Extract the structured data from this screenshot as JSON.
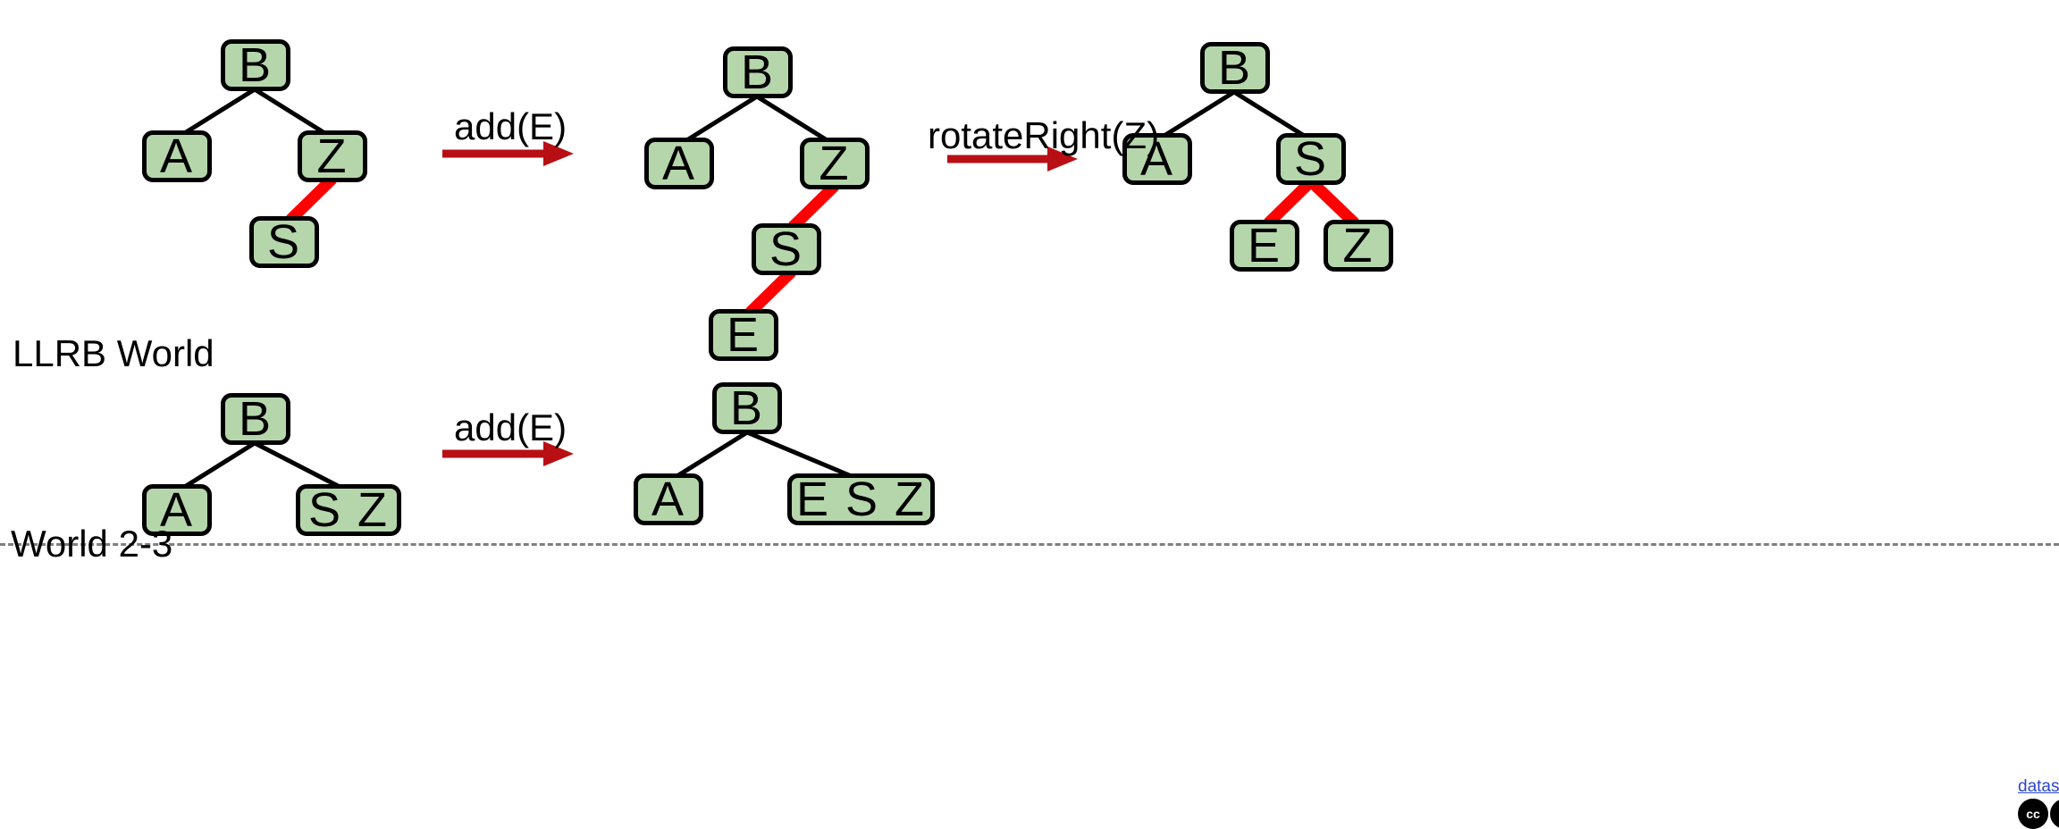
{
  "diagram": {
    "title_hidden": "",
    "colors": {
      "node_fill": "#b5d6ab",
      "node_border": "#000000",
      "black_link": "#000000",
      "red_link": "#ff0000",
      "arrow": "#b80f14",
      "divider": "#808080",
      "text": "#000000"
    },
    "sections": [
      {
        "id": "llrb",
        "label": "LLRB World"
      },
      {
        "id": "two_three",
        "label": "World 2-3"
      }
    ],
    "operations": [
      {
        "id": "op-add-e-top",
        "label": "add(E)"
      },
      {
        "id": "op-rotate-right-z",
        "label": "rotateRight(Z)"
      },
      {
        "id": "op-add-e-bottom",
        "label": "add(E)"
      }
    ],
    "trees": {
      "llrb_before": {
        "name": "llrb-tree-before",
        "nodes": [
          {
            "id": "b",
            "label": "B"
          },
          {
            "id": "a",
            "label": "A"
          },
          {
            "id": "z",
            "label": "Z"
          },
          {
            "id": "s",
            "label": "S"
          }
        ],
        "edges": [
          {
            "from": "b",
            "to": "a",
            "color": "black"
          },
          {
            "from": "b",
            "to": "z",
            "color": "black"
          },
          {
            "from": "z",
            "to": "s",
            "color": "red"
          }
        ]
      },
      "llrb_after_add": {
        "name": "llrb-tree-after-add",
        "nodes": [
          {
            "id": "b",
            "label": "B"
          },
          {
            "id": "a",
            "label": "A"
          },
          {
            "id": "z",
            "label": "Z"
          },
          {
            "id": "s",
            "label": "S"
          },
          {
            "id": "e",
            "label": "E"
          }
        ],
        "edges": [
          {
            "from": "b",
            "to": "a",
            "color": "black"
          },
          {
            "from": "b",
            "to": "z",
            "color": "black"
          },
          {
            "from": "z",
            "to": "s",
            "color": "red"
          },
          {
            "from": "s",
            "to": "e",
            "color": "red"
          }
        ]
      },
      "llrb_after_rotate": {
        "name": "llrb-tree-after-rotate",
        "nodes": [
          {
            "id": "b",
            "label": "B"
          },
          {
            "id": "a",
            "label": "A"
          },
          {
            "id": "s",
            "label": "S"
          },
          {
            "id": "e",
            "label": "E"
          },
          {
            "id": "z",
            "label": "Z"
          }
        ],
        "edges": [
          {
            "from": "b",
            "to": "a",
            "color": "black"
          },
          {
            "from": "b",
            "to": "s",
            "color": "black"
          },
          {
            "from": "s",
            "to": "e",
            "color": "red"
          },
          {
            "from": "s",
            "to": "z",
            "color": "red"
          }
        ]
      },
      "two_three_before": {
        "name": "two-three-tree-before",
        "nodes": [
          {
            "id": "b",
            "label": "B"
          },
          {
            "id": "a",
            "label": "A"
          },
          {
            "id": "sz",
            "label": "S Z"
          }
        ],
        "edges": [
          {
            "from": "b",
            "to": "a",
            "color": "black"
          },
          {
            "from": "b",
            "to": "sz",
            "color": "black"
          }
        ]
      },
      "two_three_after": {
        "name": "two-three-tree-after",
        "nodes": [
          {
            "id": "b",
            "label": "B"
          },
          {
            "id": "a",
            "label": "A"
          },
          {
            "id": "esz",
            "label": "E S Z"
          }
        ],
        "edges": [
          {
            "from": "b",
            "to": "a",
            "color": "black"
          },
          {
            "from": "b",
            "to": "esz",
            "color": "black"
          }
        ]
      }
    },
    "watermark": {
      "link_text": "datast",
      "badge_left": "cc",
      "badge_right": "Ⓑ"
    }
  }
}
